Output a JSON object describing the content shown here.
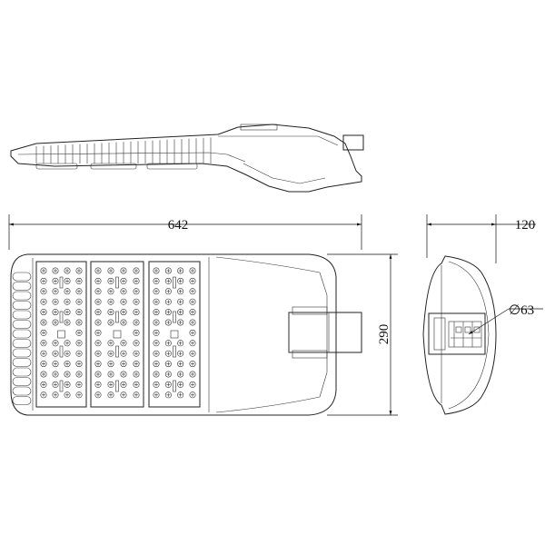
{
  "dimensions": {
    "length": "642",
    "height": "290",
    "depth": "120",
    "pole_diameter": "∅63"
  },
  "views": {
    "side": "side-view",
    "top": "top-view",
    "end": "end-view"
  },
  "led_modules": 3
}
